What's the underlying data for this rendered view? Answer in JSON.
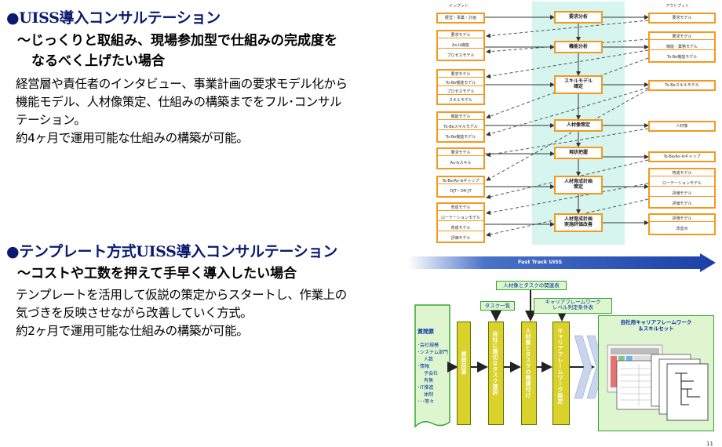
{
  "section1": {
    "title": "●UISS導入コンサルテーション",
    "subtitle_line1": "～じっくりと取組み、現場参加型で仕組みの完成度を",
    "subtitle_line2": "なるべく上げたい場合",
    "body": [
      "経営層や責任者のインタビュー、事業計画の要求モデル化から",
      "機能モデル、人材像策定、仕組みの構築までをフル･コンサル",
      "テーション。",
      "約4ヶ月で運用可能な仕組みの構築が可能。"
    ]
  },
  "section2": {
    "title": "●テンプレート方式UISS導入コンサルテーション",
    "subtitle": "～コストや工数を押えて手早く導入したい場合",
    "body": [
      "テンプレートを活用して仮説の策定からスタートし、作業上の",
      "気づきを反映させながら改善していく方式。",
      "約2ヶ月で運用可能な仕組みの構築が可能。"
    ]
  },
  "top_diagram": {
    "input_header": "インプット",
    "output_header": "アウトプット",
    "center_steps": [
      "要求分析",
      "機能分析",
      "スキルモデル\n確定",
      "人材像策定",
      "現状把握",
      "人材育成計画\n策定",
      "人材育成計画\n実施評価改善"
    ],
    "left_boxes": [
      "経営・事業・計画",
      "要求モデル",
      "As-Is機能",
      "プロセスモデル",
      "要求モデル",
      "To-Be機能モデル",
      "プロセスモデル",
      "スキルモデル",
      "機能モデル",
      "To-Beスキルモデル",
      "To-Be機能モデル",
      "要求モデル",
      "As-Isスキル",
      "To-Be/As-Isギャップ",
      "OJT・Off-JT",
      "育成モデル",
      "ローテーションモデル",
      "育成モデル",
      "評価モデル"
    ],
    "right_boxes": [
      "要求モデル",
      "要求モデル",
      "機能・業務モデル",
      "To-Be機能モデル",
      "To-Beスキルモデル",
      "人材像",
      "To-Be/As-Isギャップ",
      "育成モデル",
      "ローテーションモデル",
      "評価モデル",
      "評価モデル",
      "改善点"
    ]
  },
  "bottom_diagram": {
    "banner": "Fast Track UISS",
    "questionnaire_title": "質問票",
    "questionnaire_items": [
      "･会社規模",
      "･システム部門",
      "人数",
      "･情報",
      "子会社",
      "有無",
      "･IT推進",
      "体制",
      "･･･等々"
    ],
    "steps": [
      "質問回答",
      "自社に適切なタスク選択",
      "人材像とタスクの関連付け",
      "キャリアフレームワーク設定"
    ],
    "callouts": [
      "人材像とタスクの関連表",
      "タスク一覧",
      "キャリアフレームワーク\nレベル判定条件表"
    ],
    "output_title": "自社用キャリアフレームワーク\n＆スキルセット"
  },
  "page_number": "11"
}
